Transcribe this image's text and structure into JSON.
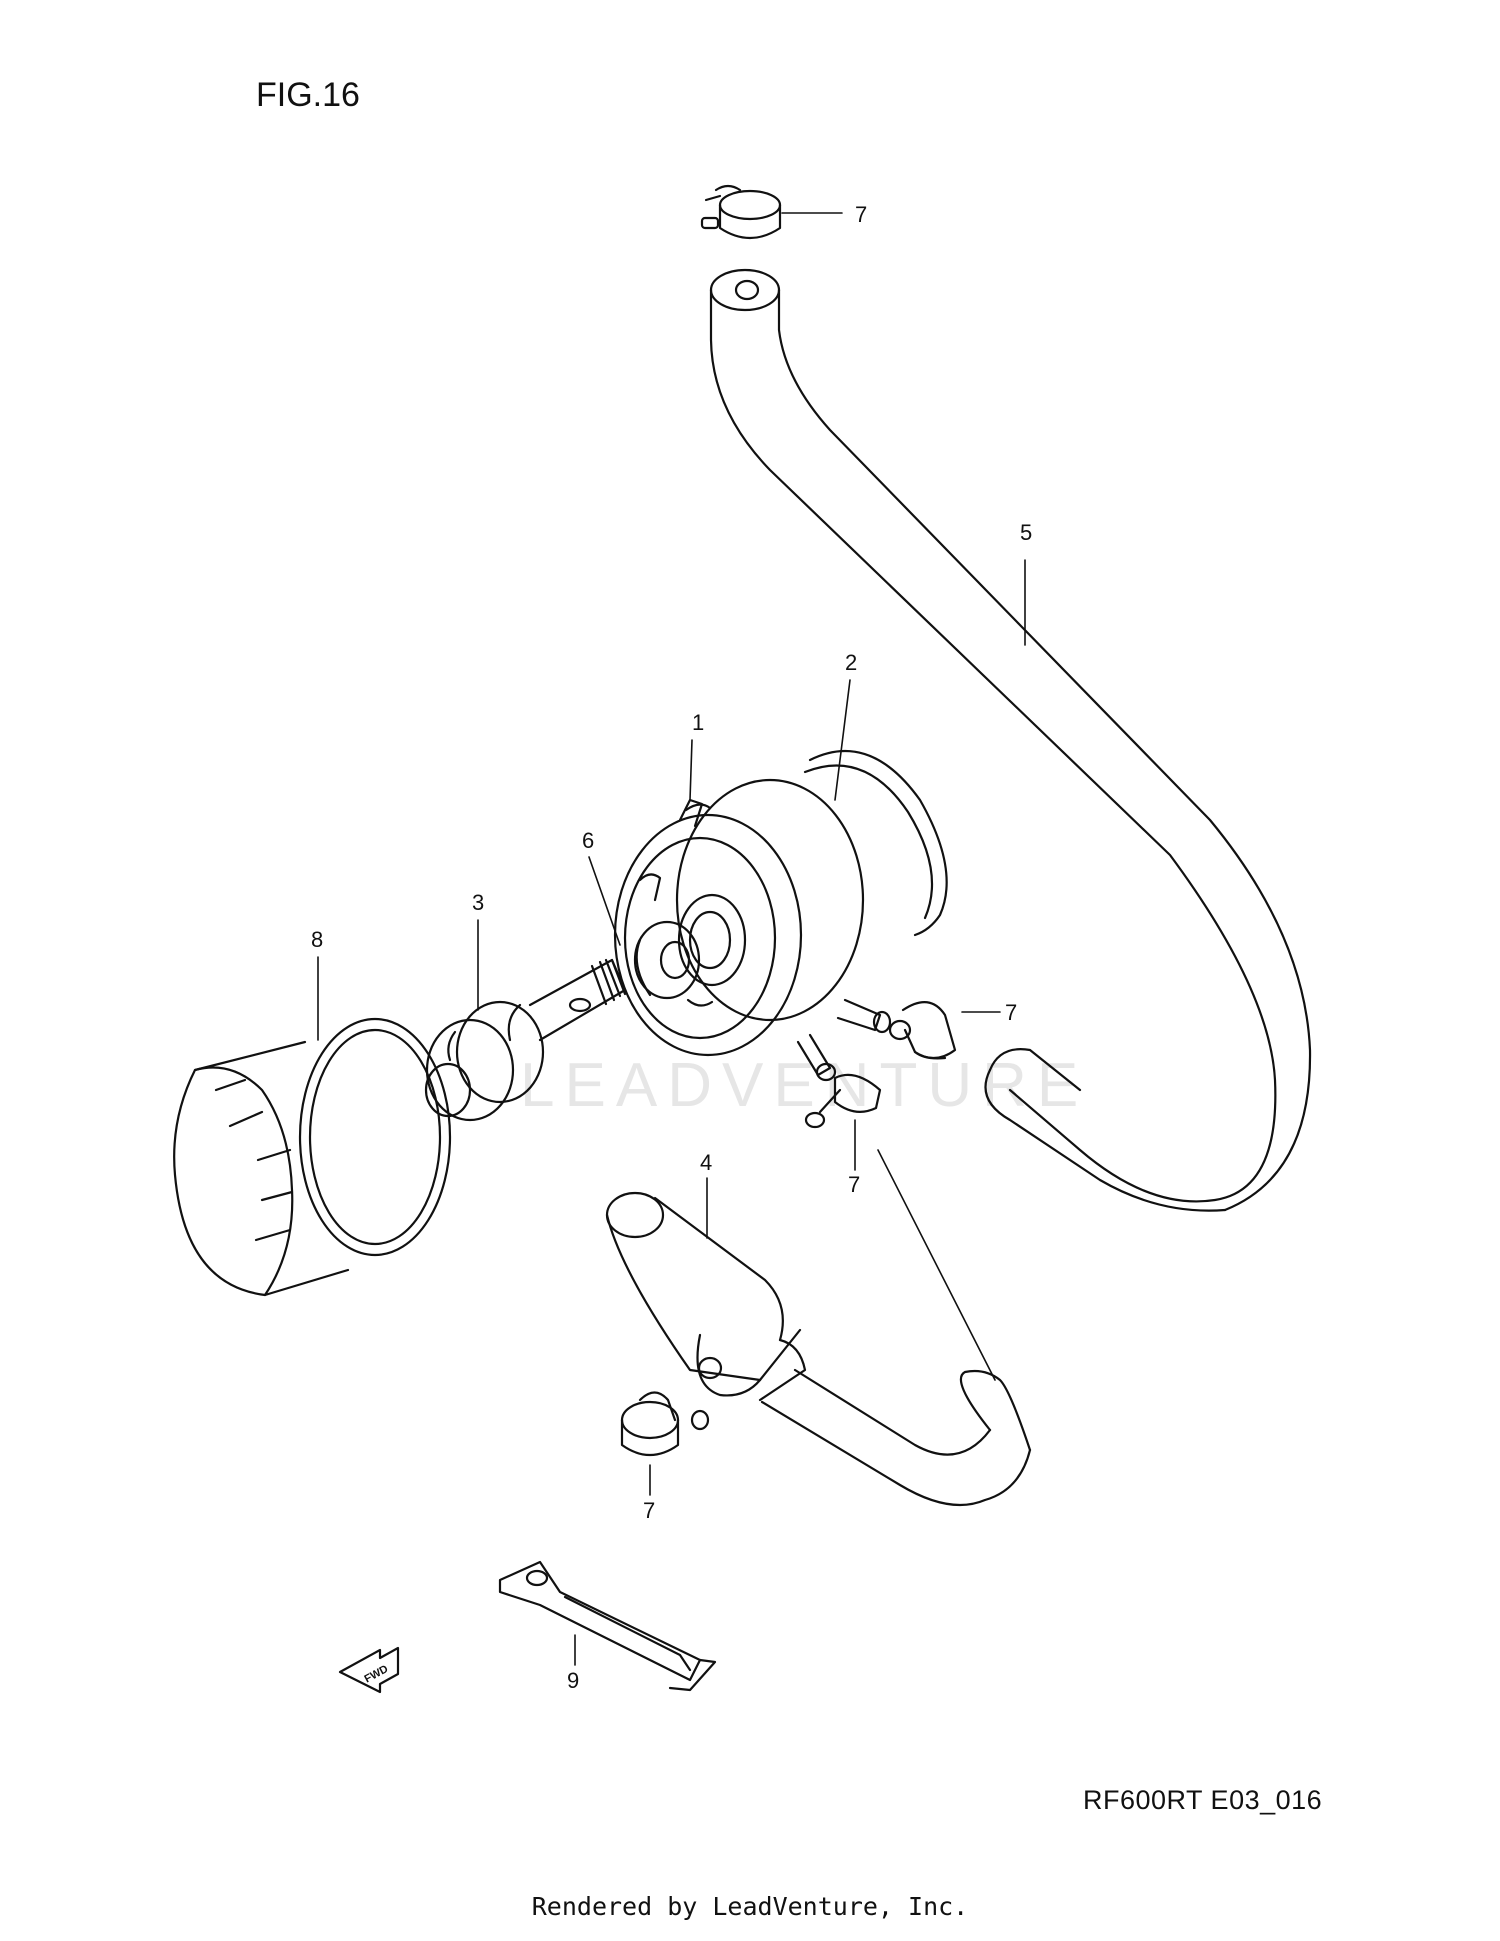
{
  "figure": {
    "title": "FIG.16",
    "code": "RF600RT E03_016",
    "footer": "Rendered by LeadVenture, Inc.",
    "watermark": "LEADVENTURE"
  },
  "callouts": [
    {
      "id": "c1",
      "label": "1"
    },
    {
      "id": "c2",
      "label": "2"
    },
    {
      "id": "c3",
      "label": "3"
    },
    {
      "id": "c4",
      "label": "4"
    },
    {
      "id": "c5",
      "label": "5"
    },
    {
      "id": "c6",
      "label": "6"
    },
    {
      "id": "c7a",
      "label": "7"
    },
    {
      "id": "c7b",
      "label": "7"
    },
    {
      "id": "c7c",
      "label": "7"
    },
    {
      "id": "c7d",
      "label": "7"
    },
    {
      "id": "c8",
      "label": "8"
    },
    {
      "id": "c9",
      "label": "9"
    }
  ],
  "fwd_arrow": {
    "label": "FWD"
  }
}
